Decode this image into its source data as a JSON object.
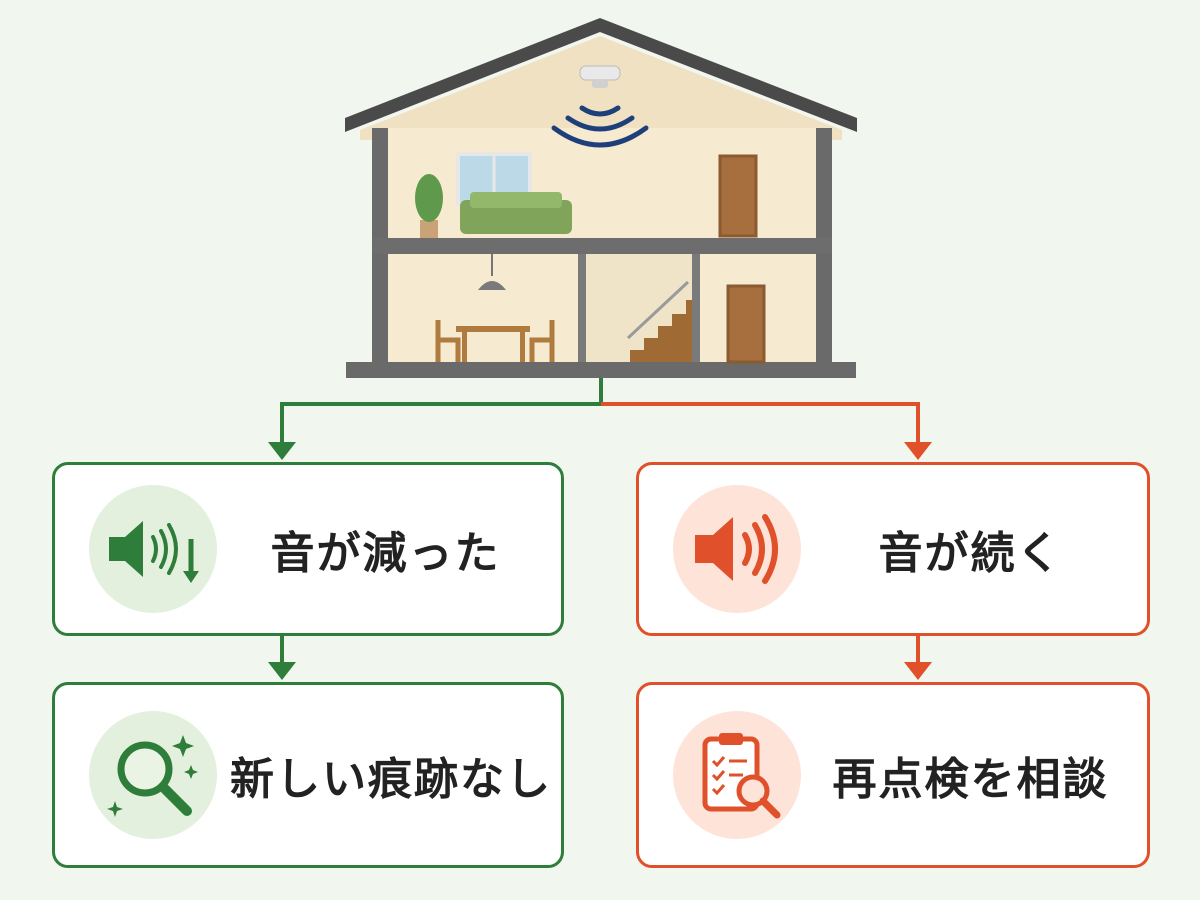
{
  "colors": {
    "positive": "#2e7d3a",
    "negative": "#e0502a",
    "background": "#f1f6ee"
  },
  "branches": {
    "left": {
      "step1": {
        "label": "音が減った",
        "icon": "speaker-volume-down-icon"
      },
      "step2": {
        "label": "新しい痕跡なし",
        "icon": "magnifier-sparkle-icon"
      }
    },
    "right": {
      "step1": {
        "label": "音が続く",
        "icon": "speaker-loud-icon"
      },
      "step2": {
        "label": "再点検を相談",
        "icon": "clipboard-magnifier-icon"
      }
    }
  }
}
